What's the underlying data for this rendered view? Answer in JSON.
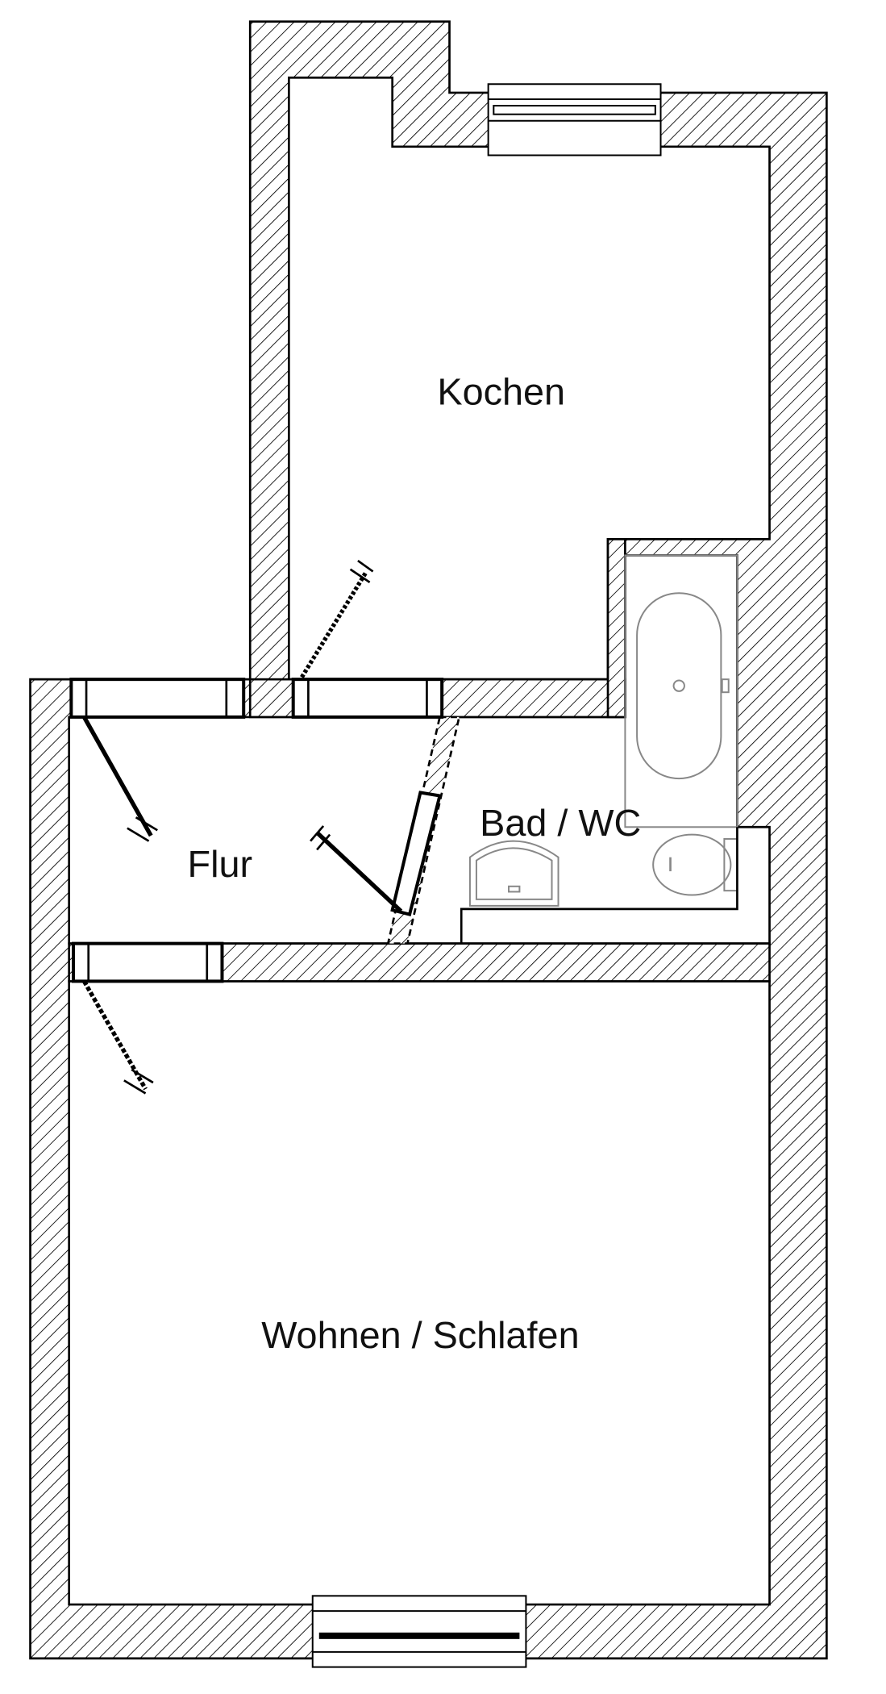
{
  "plan": {
    "rooms": [
      {
        "id": "kitchen",
        "label": "Kochen"
      },
      {
        "id": "hall",
        "label": "Flur"
      },
      {
        "id": "bath",
        "label": "Bad / WC"
      },
      {
        "id": "living",
        "label": "Wohnen / Schlafen"
      }
    ],
    "colors": {
      "line": "#000000",
      "fixture": "#888888",
      "background": "#ffffff"
    }
  }
}
